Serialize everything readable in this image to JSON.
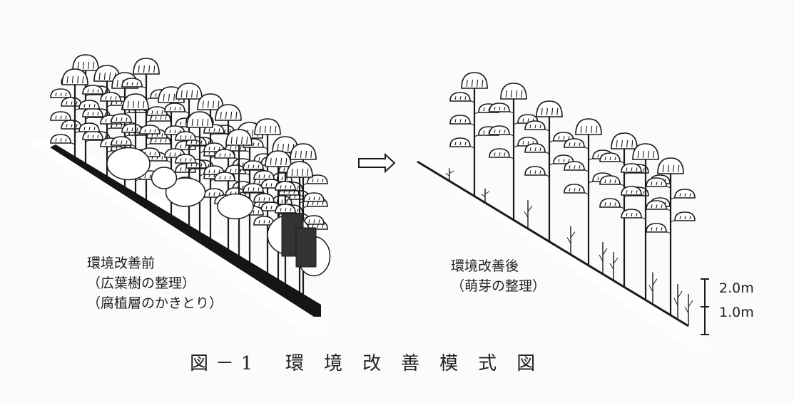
{
  "figure": {
    "caption": "図－1　環 境 改 善 模 式 図"
  },
  "before": {
    "lines": [
      "環境改善前",
      "（広葉樹の整理）",
      "（腐植層のかきとり）"
    ]
  },
  "after": {
    "lines": [
      "環境改善後",
      "（萌芽の整理）"
    ]
  },
  "scale": {
    "upper": "2.0m",
    "lower": "1.0m"
  },
  "colors": {
    "ink": "#1a1a1a",
    "paper": "#fbfbf9"
  }
}
